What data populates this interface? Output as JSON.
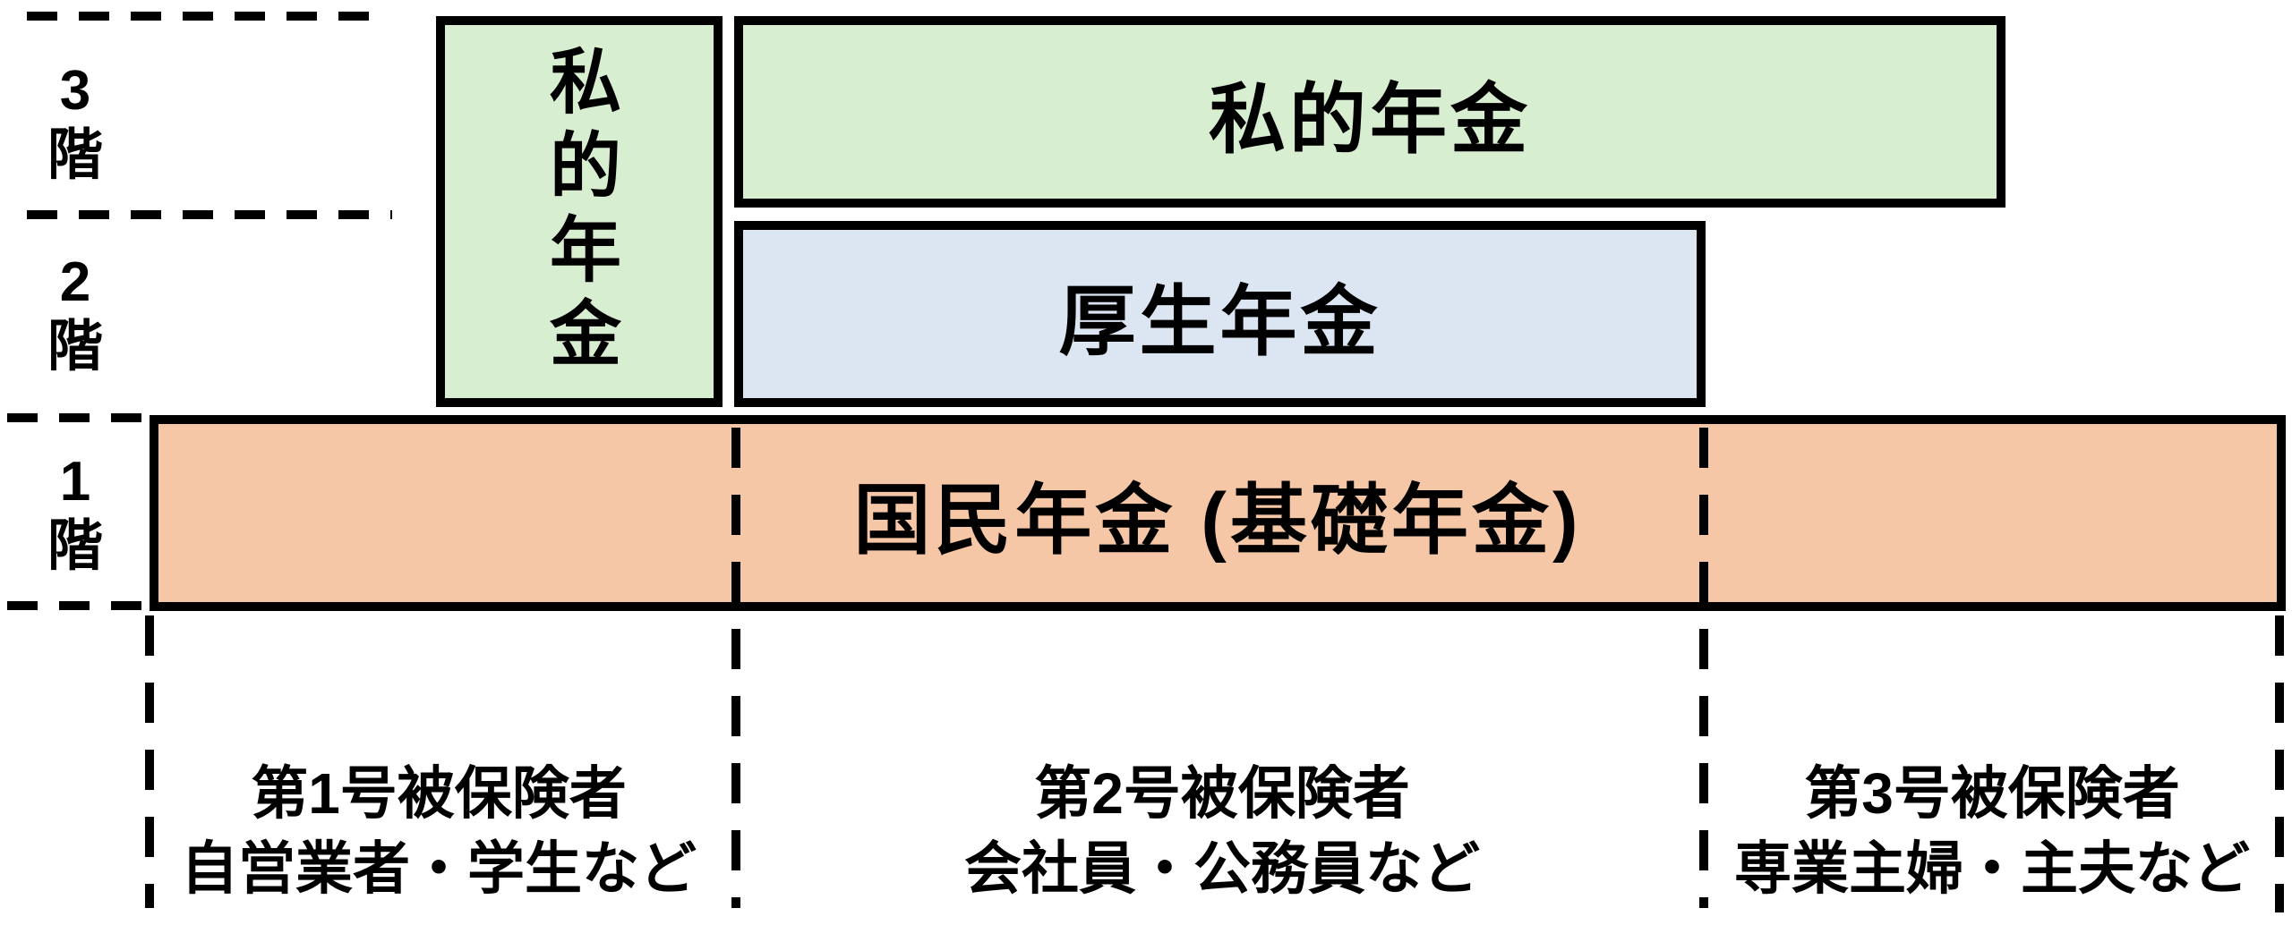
{
  "colors": {
    "private_pension_green": "#d8eed0",
    "employees_pension_blue": "#dce6f2",
    "national_pension_orange": "#f6c7a6",
    "line_black": "#000000"
  },
  "floor_axis": [
    {
      "number": "3",
      "suffix": "階"
    },
    {
      "number": "2",
      "suffix": "階"
    },
    {
      "number": "1",
      "suffix": "階"
    }
  ],
  "boxes": {
    "private_vertical": {
      "label": "私的年金"
    },
    "private_horizontal": {
      "label": "私的年金"
    },
    "employees_pension": {
      "label": "厚生年金"
    },
    "national_pension": {
      "label": "国民年金 (基礎年金)"
    }
  },
  "insured_categories": [
    {
      "title": "第1号被保険者",
      "subtitle": "自営業者・学生など"
    },
    {
      "title": "第2号被保険者",
      "subtitle": "会社員・公務員など"
    },
    {
      "title": "第3号被保険者",
      "subtitle": "専業主婦・主夫など"
    }
  ]
}
